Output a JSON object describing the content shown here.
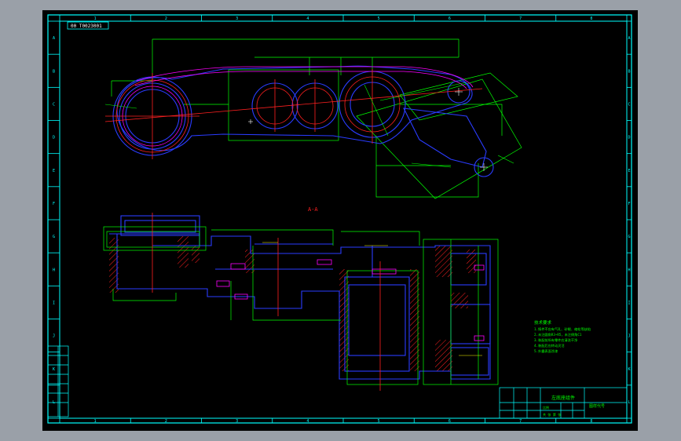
{
  "sheet": {
    "drawing_number_tag": "00 T0023001",
    "border_color": "#00ffff",
    "zone_columns": [
      "1",
      "2",
      "3",
      "4",
      "5",
      "6",
      "7",
      "8"
    ],
    "zone_rows": [
      "A",
      "B",
      "C",
      "D",
      "E",
      "F",
      "G",
      "H",
      "I",
      "J",
      "K",
      "L"
    ]
  },
  "section_label": "A-A",
  "left_table": {
    "rows": [
      "",
      "",
      "",
      "",
      ""
    ]
  },
  "technical_requirements": {
    "title": "技术要求",
    "items": [
      "1.铸件不应有气孔、砂眼、缩松等缺陷",
      "2.未注圆角R3~R5，未注倒角C1",
      "3.装配前所有零件应清洗干净",
      "4.装配后应转动灵活",
      "5.外露表面涂漆"
    ]
  },
  "title_block": {
    "part_name": "左底座组件",
    "drawing_code": "图样代号",
    "scale_label": "比例",
    "sheet_label": "共 张 第 张",
    "material": ""
  },
  "colors": {
    "blue": "#2a3cff",
    "cyan": "#00ffff",
    "green": "#00ff00",
    "red": "#ff2020",
    "magenta": "#ff00ff",
    "white": "#ffffff",
    "yellow": "#ffff00"
  }
}
